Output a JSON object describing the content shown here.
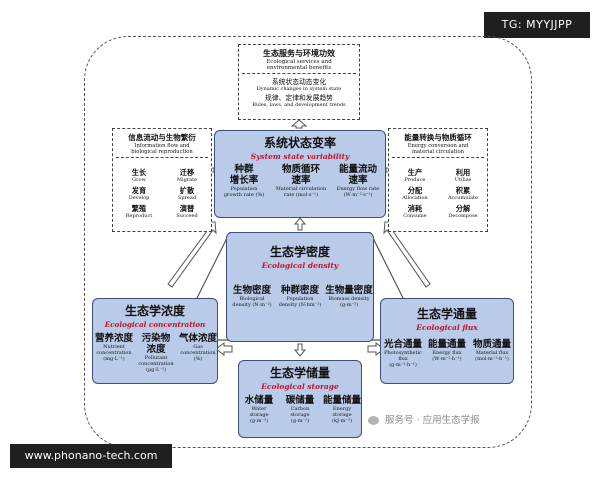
{
  "badge": "TG: MYYJJPP",
  "watermark_url": "www.phonano-tech.com",
  "watermark_service": "服务号 · 应用生态学报",
  "top_box": {
    "title_cn": "生态服务与环境功效",
    "title_en1": "Ecological services and",
    "title_en2": "environmental benefits",
    "sub_cn": "系统状态动态变化",
    "sub_en": "Dynamic changes in system state",
    "rules_cn": "规律、定律和发展趋势",
    "rules_en": "Rules, laws, and development trends"
  },
  "left_box": {
    "title_cn": "信息流动与生物繁衍",
    "title_en1": "Information flow and",
    "title_en2": "biological reproduction",
    "items": [
      {
        "cn": "生长",
        "en": "Grow"
      },
      {
        "cn": "迁移",
        "en": "Migrate"
      },
      {
        "cn": "发育",
        "en": "Develop"
      },
      {
        "cn": "扩散",
        "en": "Spread"
      },
      {
        "cn": "繁殖",
        "en": "Reproduct"
      },
      {
        "cn": "演替",
        "en": "Succeed"
      }
    ]
  },
  "right_box": {
    "title_cn": "能量转换与物质循环",
    "title_en1": "Energy conversion and",
    "title_en2": "material circulation",
    "items": [
      {
        "cn": "生产",
        "en": "Produce"
      },
      {
        "cn": "利用",
        "en": "Utilize"
      },
      {
        "cn": "分配",
        "en": "Allocation"
      },
      {
        "cn": "积累",
        "en": "Accumulate"
      },
      {
        "cn": "消耗",
        "en": "Consume"
      },
      {
        "cn": "分解",
        "en": "Decompose"
      }
    ]
  },
  "variability": {
    "title_cn": "系统状态变率",
    "title_en": "System state variability",
    "cols": [
      {
        "cn1": "种群",
        "cn2": "增长率",
        "en1": "Population",
        "en2": "growth rate (%)"
      },
      {
        "cn1": "物质循环",
        "cn2": "速率",
        "en1": "Material circulation",
        "en2": "rate (mol·s⁻¹)"
      },
      {
        "cn1": "能量流动",
        "cn2": "速率",
        "en1": "Energy flow rate",
        "en2": "(W·m⁻²·s⁻¹)"
      }
    ]
  },
  "density": {
    "title_cn": "生态学密度",
    "title_en": "Ecological density",
    "cols": [
      {
        "cn": "生物密度",
        "en1": "Biological",
        "en2": "density (N·m⁻²)"
      },
      {
        "cn": "种群密度",
        "en1": "Population",
        "en2": "density (N·hm⁻²)"
      },
      {
        "cn": "生物量密度",
        "en1": "Biomass density",
        "en2": "(g·m⁻²)"
      }
    ]
  },
  "concentration": {
    "title_cn": "生态学浓度",
    "title_en": "Ecological concentration",
    "cols": [
      {
        "cn1": "营养浓度",
        "cn2": "",
        "en1": "Nutrient",
        "en2": "concentration",
        "en3": "(mg·L⁻¹)"
      },
      {
        "cn1": "污染物",
        "cn2": "浓度",
        "en1": "Pollutant",
        "en2": "concentration",
        "en3": "(μg·L⁻¹)"
      },
      {
        "cn1": "气体浓度",
        "cn2": "",
        "en1": "Gas",
        "en2": "concentration",
        "en3": "(%)"
      }
    ]
  },
  "flux": {
    "title_cn": "生态学通量",
    "title_en": "Ecological flux",
    "cols": [
      {
        "cn": "光合通量",
        "en1": "Photosynthetic",
        "en2": "flux",
        "en3": "(g·m⁻²·h⁻¹)"
      },
      {
        "cn": "能量通量",
        "en1": "Energy flux",
        "en2": "(W·m⁻²·h⁻¹)",
        "en3": ""
      },
      {
        "cn": "物质通量",
        "en1": "Material flux",
        "en2": "(mol·m⁻²·h⁻¹)",
        "en3": ""
      }
    ]
  },
  "storage": {
    "title_cn": "生态学储量",
    "title_en": "Ecological storage",
    "cols": [
      {
        "cn": "水储量",
        "en1": "Water",
        "en2": "storage",
        "en3": "(g·m⁻²)"
      },
      {
        "cn": "碳储量",
        "en1": "Carbon",
        "en2": "storage",
        "en3": "(g·m⁻²)"
      },
      {
        "cn": "能量储量",
        "en1": "Energy",
        "en2": "storage",
        "en3": "(kJ·m⁻²)"
      }
    ]
  },
  "colors": {
    "panel_fill": "#b9cbe8",
    "panel_border": "#39507a",
    "title_red": "#c8102e"
  }
}
